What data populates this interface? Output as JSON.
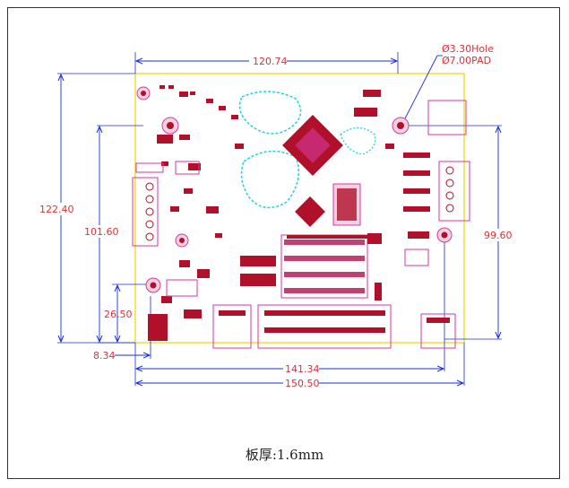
{
  "dimensions": {
    "top_width": "120.74",
    "left_height_outer": "122.40",
    "left_height_inner": "101.60",
    "right_height": "99.60",
    "left_offset_small": "26.50",
    "bottom_left_offset": "8.34",
    "bottom_width_inner": "141.34",
    "bottom_width_outer": "150.50"
  },
  "hole_spec": {
    "hole": "Ø3.30Hole",
    "pad": "Ø7.00PAD"
  },
  "board_thickness": "板厚:1.6mm",
  "colors": {
    "dimension_line": "#1a2fd6",
    "dimension_text": "#e0303a",
    "board_outline": "#e8d800",
    "silkscreen": "#d63aa0",
    "copper": "#b0102a",
    "keepout": "#22d6e6"
  }
}
